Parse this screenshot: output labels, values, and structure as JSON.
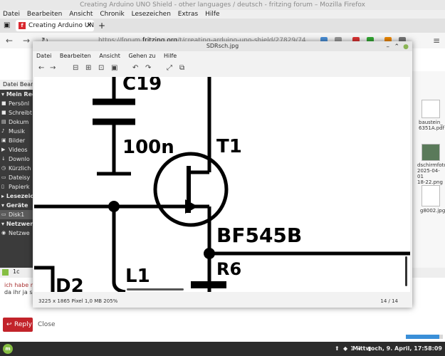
{
  "firefox": {
    "window_title": "Creating Arduino UNO Shield - other languages / deutsch - fritzing forum – Mozilla Firefox",
    "menu": [
      "Datei",
      "Bearbeiten",
      "Ansicht",
      "Chronik",
      "Lesezeichen",
      "Extras",
      "Hilfe"
    ],
    "tab_label": "Creating Arduino UNO Shi",
    "url_prefix": "https://forum.",
    "url_host": "fritzing.org",
    "url_path": "/t/creating-arduino-uno-shield/27829/74"
  },
  "file_manager": {
    "menu": [
      "Datei",
      "Bearbe"
    ],
    "sidebar": {
      "sections": [
        {
          "header": "Mein Rechn",
          "items": [
            "Persönl",
            "Schreibt",
            "Dokum",
            "Musik",
            "Bilder",
            "Videos",
            "Downlo",
            "Kürzlich",
            "Dateisy",
            "Papierk"
          ]
        },
        {
          "header": "Lesezeichen",
          "items": []
        },
        {
          "header": "Geräte",
          "items": [
            "Disk1"
          ]
        },
        {
          "header": "Netzwerk",
          "items": [
            "Netzwe"
          ]
        }
      ]
    },
    "files": [
      {
        "name_lines": [
          "baustein_",
          "6351A.pdf"
        ]
      },
      {
        "name_lines": [
          "dschirmfoto",
          "2025-04-01",
          "18-22.png"
        ]
      },
      {
        "name_lines": [
          "g8002.jpg"
        ]
      }
    ]
  },
  "compose": {
    "tab_label": "1c",
    "lines": [
      "ich habe m",
      "da ihr ja so"
    ],
    "reply_label": "Reply",
    "close_label": "Close"
  },
  "viewer": {
    "title": "SDRsch.jpg",
    "menu": [
      "Datei",
      "Bearbeiten",
      "Ansicht",
      "Gehen zu",
      "Hilfe"
    ],
    "status_left": "3225 x 1865 Pixel  1,0 MB   205%",
    "status_right": "14 / 14",
    "schematic_labels": {
      "c19": "C19",
      "cap_value": "100n",
      "t1": "T1",
      "transistor": "BF545B",
      "l1": "L1",
      "r6": "R6",
      "d2": "D2"
    }
  },
  "taskbar": {
    "badge": "1",
    "clock": "Mittwoch, 9. April, 17:58:09"
  },
  "progress": {
    "fraction": 0.9
  },
  "colors": {
    "reply": "#c2232a",
    "taskbar": "#2b2b2b",
    "sidebar": "#3b3b3b",
    "favicon": "#d9282f"
  }
}
